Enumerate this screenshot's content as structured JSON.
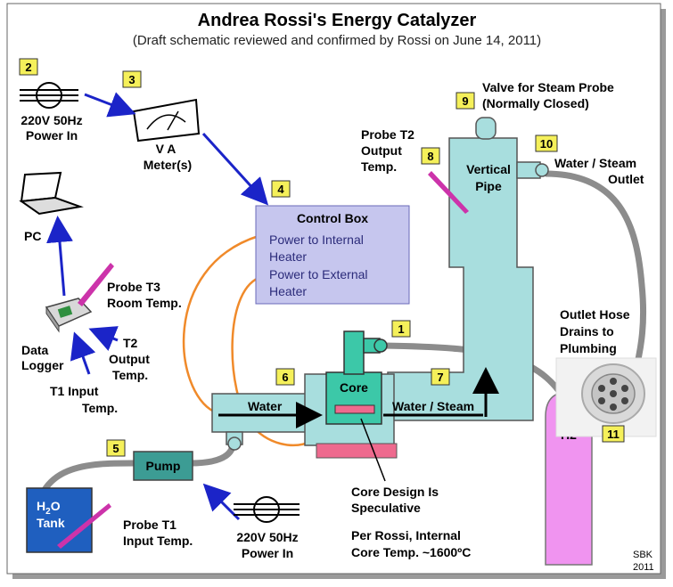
{
  "title": "Andrea Rossi's Energy Catalyzer",
  "subtitle": "(Draft schematic reviewed and confirmed by Rossi on June 14, 2011)",
  "markers": [
    "1",
    "2",
    "3",
    "4",
    "5",
    "6",
    "7",
    "8",
    "9",
    "10",
    "11"
  ],
  "power_in_label": [
    "220V 50Hz",
    "Power In"
  ],
  "meter_label": "Meter(s)",
  "meter_face": "V  A",
  "pc_label": "PC",
  "control_box": {
    "title": "Control Box",
    "lines": [
      "Power to Internal",
      "Heater",
      "Power to External",
      "Heater"
    ]
  },
  "probe_t3": [
    "Probe T3",
    "Room Temp."
  ],
  "data_logger": [
    "Data",
    "Logger"
  ],
  "t2_output": [
    "T2",
    "Output",
    "Temp."
  ],
  "t1_input": [
    "T1 Input",
    "Temp."
  ],
  "pump_label": "Pump",
  "tank_label": [
    "H",
    "2",
    "O",
    "Tank"
  ],
  "probe_t1": [
    "Probe T1",
    "Input Temp."
  ],
  "power_in_bottom": [
    "220V 50Hz",
    "Power In"
  ],
  "water_label": "Water",
  "core_label": "Core",
  "water_steam_label": "Water / Steam",
  "core_design": [
    "Core Design Is",
    "Speculative"
  ],
  "core_temp": [
    "Per Rossi, Internal",
    "Core Temp. ~1600ºC"
  ],
  "h2_label": "H2",
  "valve_label": [
    "Valve for Steam Probe",
    "(Normally Closed)"
  ],
  "probe_t2": [
    "Probe T2",
    "Output",
    "Temp."
  ],
  "vertical_pipe": [
    "Vertical",
    "Pipe"
  ],
  "water_steam_outlet": [
    "Water / Steam",
    "Outlet"
  ],
  "outlet_hose": [
    "Outlet Hose",
    "Drains to",
    "Plumbing"
  ],
  "credit": [
    "SBK",
    "2011"
  ],
  "colors": {
    "pipe": "#a8dede",
    "control_box": "#c6c6ee",
    "heater": "#ee6a8e",
    "tank": "#1f5fbf",
    "pump": "#3c9c94",
    "h2": "#f094f0",
    "arrow": "#1b24c8",
    "wire": "#f08a2a",
    "hose": "#8c8c8c",
    "marker": "#f5f05a",
    "probe": "#cc33aa"
  }
}
